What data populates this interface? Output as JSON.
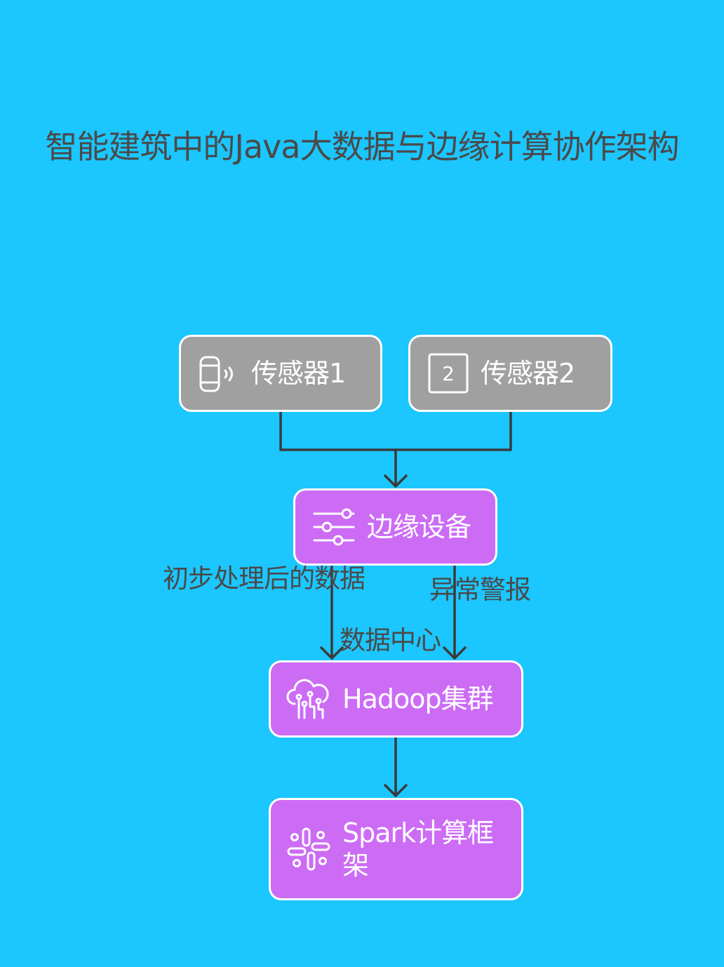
{
  "title": "智能建筑中的Java大数据与边缘计算协作架构",
  "nodes": {
    "sensor1": {
      "label": "传感器1",
      "icon": "wearable-sensor-icon"
    },
    "sensor2": {
      "label": "传感器2",
      "icon": "number-2-box-icon",
      "icon_text": "2"
    },
    "edge_device": {
      "label": "边缘设备",
      "icon": "sliders-icon"
    },
    "hadoop": {
      "label": "Hadoop集群",
      "icon": "cloud-network-icon"
    },
    "spark": {
      "label": "Spark计算框架",
      "icon": "slack-like-icon"
    }
  },
  "edge_labels": {
    "processed_data": "初步处理后的数据",
    "anomaly_alert": "异常警报",
    "data_center": "数据中心"
  },
  "colors": {
    "background": "#1CC6FE",
    "gray_node": "#A0A0A0",
    "purple_node": "#CC6CF5",
    "text_dark": "#4A4A4A",
    "line": "#3A3A3A"
  }
}
